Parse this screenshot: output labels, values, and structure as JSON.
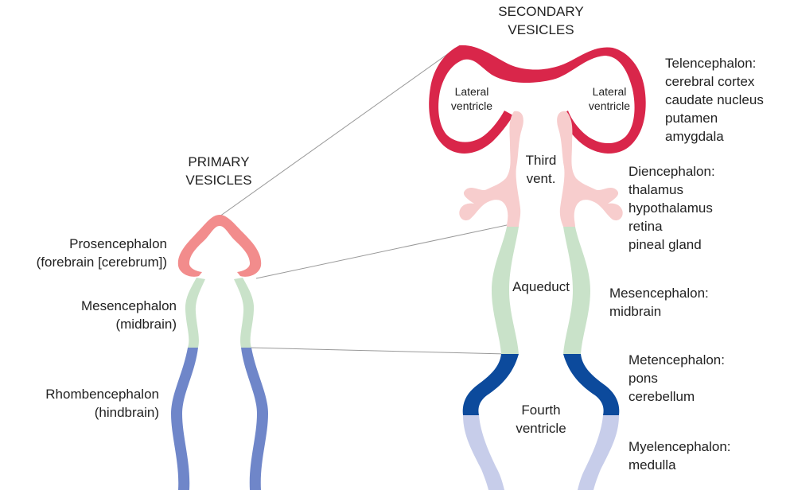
{
  "colors": {
    "telencephalon": "#d9264a",
    "diencephalon": "#f7cdcd",
    "mesencephalon": "#c9e2c9",
    "metencephalon": "#0c4a9c",
    "myelencephalon": "#c7cdea",
    "prosencephalon": "#f28c8c",
    "rhombencephalon": "#6f86c9",
    "connector_lines": "#999999"
  },
  "headings": {
    "secondary": [
      "SECONDARY",
      "VESICLES"
    ],
    "primary": [
      "PRIMARY",
      "VESICLES"
    ]
  },
  "primary_labels": {
    "prosencephalon": [
      "Prosencephalon",
      "(forebrain [cerebrum])"
    ],
    "mesencephalon": [
      "Mesencephalon",
      "(midbrain)"
    ],
    "rhombencephalon": [
      "Rhombencephalon",
      "(hindbrain)"
    ]
  },
  "cavity_labels": {
    "lateral_left": [
      "Lateral",
      "ventricle"
    ],
    "lateral_right": [
      "Lateral",
      "ventricle"
    ],
    "third": [
      "Third",
      "vent."
    ],
    "aqueduct": "Aqueduct",
    "fourth": [
      "Fourth",
      "ventricle"
    ]
  },
  "secondary_labels": {
    "telencephalon": [
      "Telencephalon:",
      "cerebral cortex",
      "caudate nucleus",
      "putamen",
      "amygdala"
    ],
    "diencephalon": [
      "Diencephalon:",
      "thalamus",
      "hypothalamus",
      "retina",
      "pineal gland"
    ],
    "mesencephalon": [
      "Mesencephalon:",
      "midbrain"
    ],
    "metencephalon": [
      "Metencephalon:",
      "pons",
      "cerebellum"
    ],
    "myelencephalon": [
      "Myelencephalon:",
      "medulla"
    ]
  }
}
